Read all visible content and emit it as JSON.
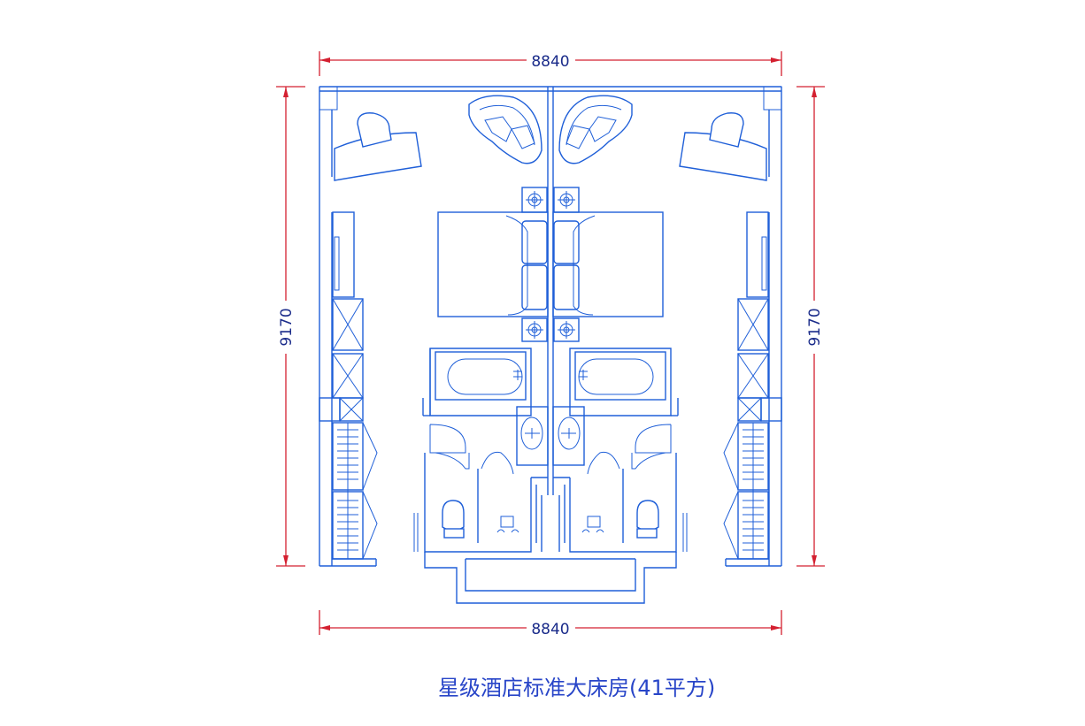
{
  "dimensions": {
    "top_width": "8840",
    "bottom_width": "8840",
    "left_height": "9170",
    "right_height": "9170"
  },
  "title": "星级酒店标准大床房(41平方)",
  "colors": {
    "line": "#1f5fd8",
    "dimension_line": "#d42030",
    "dimension_text": "#1a2b8a",
    "title": "#2845c8"
  }
}
